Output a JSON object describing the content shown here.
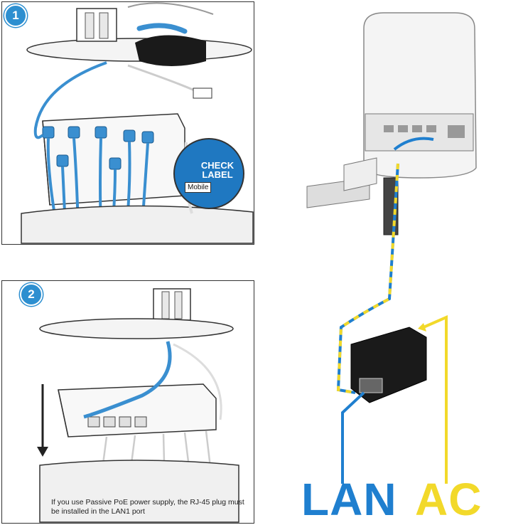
{
  "steps": [
    {
      "number": "1"
    },
    {
      "number": "2"
    }
  ],
  "callout": {
    "check_label": "CHECK LABEL",
    "cable_tag": "Mobile"
  },
  "note": {
    "text": "If you use Passive PoE power supply, the RJ-45 plug must be installed in the LAN1 port"
  },
  "labels": {
    "lan": "LAN",
    "ac": "AC"
  },
  "colors": {
    "lan_blue": "#1f7fcf",
    "ac_yellow": "#f2d92a",
    "cable_blue": "#3a8fd0",
    "outline": "#333333"
  }
}
